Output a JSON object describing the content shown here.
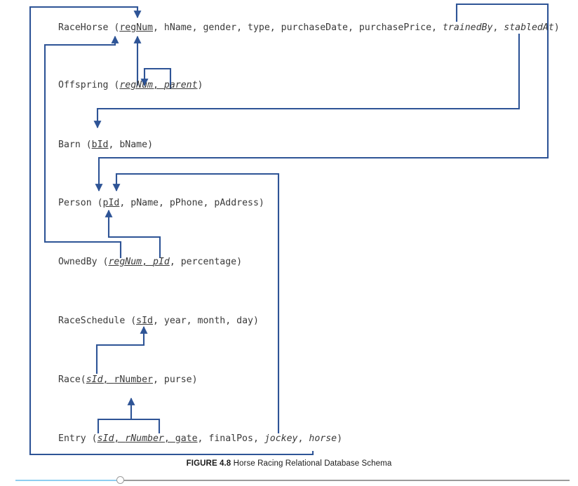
{
  "figure": {
    "caption_label": "FIGURE 4.8",
    "caption_text": " Horse Racing Relational Database Schema",
    "line_color": "#2e5496",
    "text_color": "#3a3a3a"
  },
  "schema": {
    "relations": [
      {
        "name": "RaceHorse",
        "open": " (",
        "close": ")",
        "attributes": [
          {
            "text": "regNum",
            "role": "pk"
          },
          {
            "text": "hName",
            "role": "plain"
          },
          {
            "text": "gender",
            "role": "plain"
          },
          {
            "text": "type",
            "role": "plain"
          },
          {
            "text": "purchaseDate",
            "role": "plain"
          },
          {
            "text": "purchasePrice",
            "role": "plain"
          },
          {
            "text": "trainedBy",
            "role": "fk"
          },
          {
            "text": "stabledAt",
            "role": "fk"
          }
        ]
      },
      {
        "name": "Offspring",
        "open": " (",
        "close": ")",
        "attributes": [
          {
            "text": "regNum",
            "role": "pkfk"
          },
          {
            "text": "parent",
            "role": "pkfk"
          }
        ]
      },
      {
        "name": "Barn",
        "open": " (",
        "close": ")",
        "attributes": [
          {
            "text": "bId",
            "role": "pk"
          },
          {
            "text": "bName",
            "role": "plain"
          }
        ]
      },
      {
        "name": "Person",
        "open": " (",
        "close": ")",
        "attributes": [
          {
            "text": "pId",
            "role": "pk"
          },
          {
            "text": "pName",
            "role": "plain"
          },
          {
            "text": "pPhone",
            "role": "plain"
          },
          {
            "text": "pAddress",
            "role": "plain"
          }
        ]
      },
      {
        "name": "OwnedBy",
        "open": " (",
        "close": ")",
        "attributes": [
          {
            "text": "regNum",
            "role": "pkfk"
          },
          {
            "text": "pId",
            "role": "pkfk"
          },
          {
            "text": "percentage",
            "role": "plain"
          }
        ]
      },
      {
        "name": "RaceSchedule",
        "open": " (",
        "close": ")",
        "attributes": [
          {
            "text": "sId",
            "role": "pk"
          },
          {
            "text": "year",
            "role": "plain"
          },
          {
            "text": "month",
            "role": "plain"
          },
          {
            "text": "day",
            "role": "plain"
          }
        ]
      },
      {
        "name": "Race",
        "open": "(",
        "close": ")",
        "attributes": [
          {
            "text": "sId",
            "role": "pkfk"
          },
          {
            "text": "rNumber",
            "role": "pk"
          },
          {
            "text": "purse",
            "role": "plain"
          }
        ]
      },
      {
        "name": "Entry",
        "open": " (",
        "close": ")",
        "attributes": [
          {
            "text": "sId",
            "role": "pkfk"
          },
          {
            "text": "rNumber",
            "role": "pkfk"
          },
          {
            "text": "gate",
            "role": "pk"
          },
          {
            "text": "finalPos",
            "role": "plain"
          },
          {
            "text": "jockey",
            "role": "fk"
          },
          {
            "text": "horse",
            "role": "fk"
          }
        ]
      }
    ],
    "foreign_keys": [
      {
        "from": "RaceHorse.trainedBy",
        "to": "Person.pId"
      },
      {
        "from": "RaceHorse.stabledAt",
        "to": "Barn.bId"
      },
      {
        "from": "Offspring.regNum",
        "to": "RaceHorse.regNum"
      },
      {
        "from": "Offspring.parent",
        "to": "RaceHorse.regNum"
      },
      {
        "from": "OwnedBy.regNum",
        "to": "RaceHorse.regNum"
      },
      {
        "from": "OwnedBy.pId",
        "to": "Person.pId"
      },
      {
        "from": "Race.sId",
        "to": "RaceSchedule.sId"
      },
      {
        "from": "Entry.sId",
        "to": "Race.sId"
      },
      {
        "from": "Entry.rNumber",
        "to": "Race.rNumber"
      },
      {
        "from": "Entry.jockey",
        "to": "Person.pId"
      },
      {
        "from": "Entry.horse",
        "to": "RaceHorse.regNum"
      }
    ]
  }
}
